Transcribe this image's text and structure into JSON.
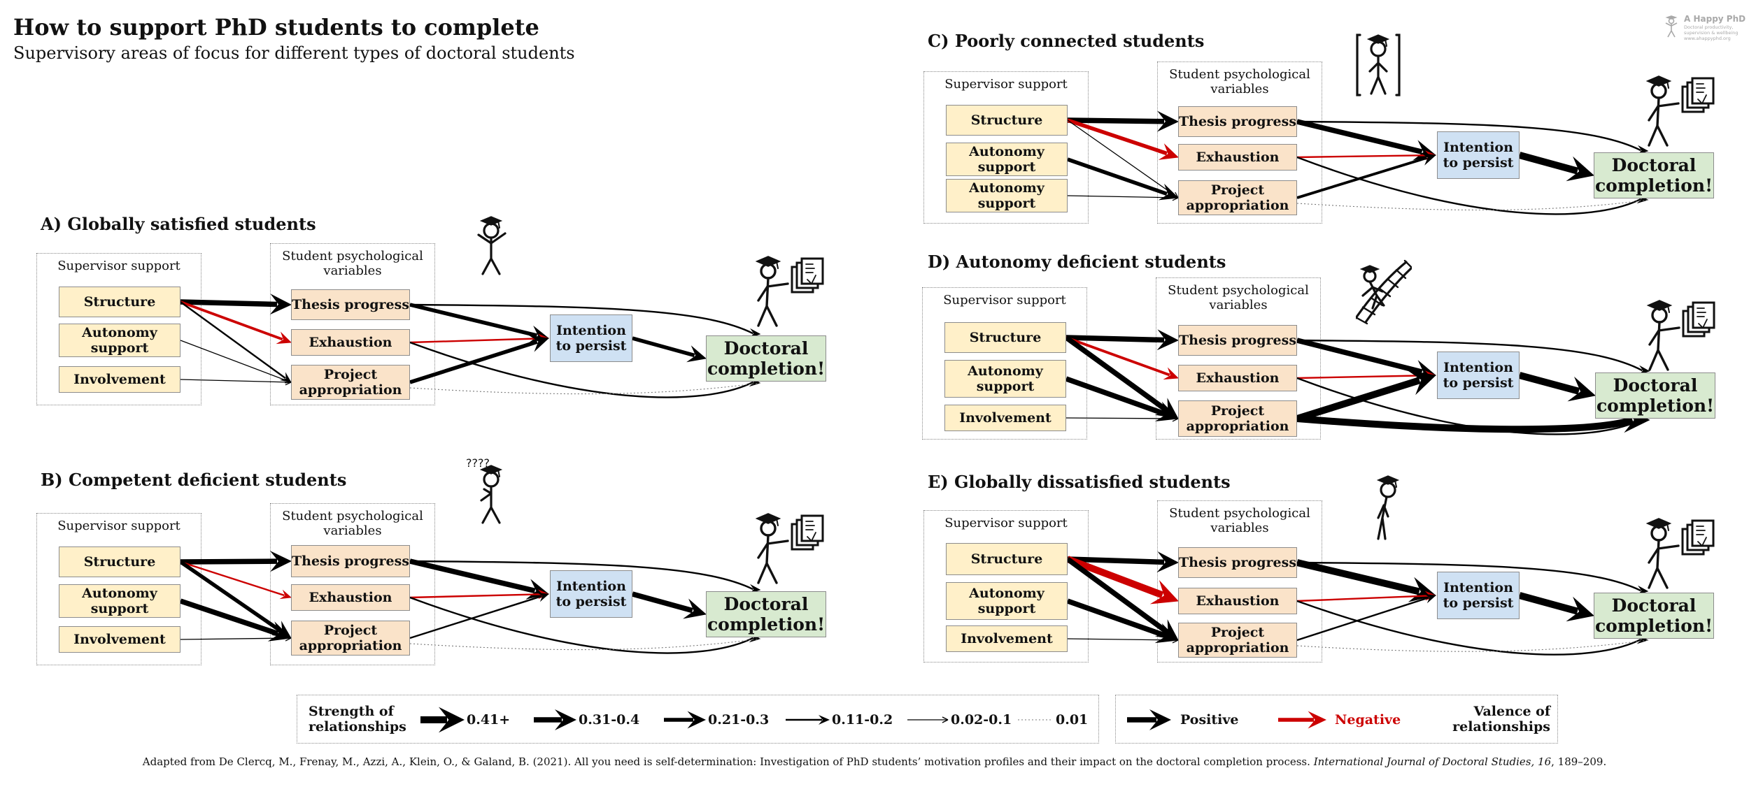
{
  "title": "How to support PhD students to complete",
  "subtitle": "Supervisory areas of focus for different types of doctoral students",
  "logo": {
    "name": "A Happy PhD",
    "tagline": "Doctoral productivity, supervision & wellbeing",
    "url": "www.ahappyphd.org"
  },
  "box_captions": {
    "supervisor": "Supervisor support",
    "psych": "Student psychological variables"
  },
  "nodes": {
    "structure": "Structure",
    "autonomy": "Autonomy support",
    "involvement": "Involvement",
    "thesis": "Thesis progress",
    "exhaustion": "Exhaustion",
    "project": "Project appropriation",
    "intention": "Intention to persist",
    "doctoral": "Doctoral completion!"
  },
  "panels": [
    {
      "id": "A",
      "title": "A) Globally satisfied students",
      "sup3_label": "Involvement",
      "edges": [
        [
          "structure",
          "thesis",
          "pos",
          5
        ],
        [
          "structure",
          "exhaustion",
          "neg",
          3
        ],
        [
          "structure",
          "project",
          "pos",
          2
        ],
        [
          "autonomy",
          "project",
          "pos",
          1
        ],
        [
          "involvement",
          "project",
          "pos",
          1
        ],
        [
          "thesis",
          "intention",
          "pos",
          4
        ],
        [
          "thesis",
          "doctoral",
          "pos",
          2
        ],
        [
          "exhaustion",
          "intention",
          "neg",
          2
        ],
        [
          "exhaustion",
          "doctoral",
          "pos",
          2
        ],
        [
          "project",
          "intention",
          "pos",
          4
        ],
        [
          "project",
          "doctoral",
          "pos",
          0
        ],
        [
          "intention",
          "doctoral",
          "pos",
          4
        ]
      ]
    },
    {
      "id": "B",
      "title": "B) Competent deficient students",
      "sup3_label": "Involvement",
      "edges": [
        [
          "structure",
          "thesis",
          "pos",
          5
        ],
        [
          "structure",
          "exhaustion",
          "neg",
          2
        ],
        [
          "structure",
          "project",
          "pos",
          4
        ],
        [
          "autonomy",
          "project",
          "pos",
          5
        ],
        [
          "involvement",
          "project",
          "pos",
          1
        ],
        [
          "thesis",
          "intention",
          "pos",
          5
        ],
        [
          "thesis",
          "doctoral",
          "pos",
          2
        ],
        [
          "exhaustion",
          "intention",
          "neg",
          2
        ],
        [
          "exhaustion",
          "doctoral",
          "pos",
          2
        ],
        [
          "project",
          "intention",
          "pos",
          2
        ],
        [
          "project",
          "doctoral",
          "pos",
          0
        ],
        [
          "intention",
          "doctoral",
          "pos",
          5
        ]
      ]
    },
    {
      "id": "C",
      "title": "C) Poorly connected students",
      "sup3_label": "Autonomy support",
      "edges": [
        [
          "structure",
          "thesis",
          "pos",
          5
        ],
        [
          "structure",
          "exhaustion",
          "neg",
          4
        ],
        [
          "structure",
          "project",
          "pos",
          1
        ],
        [
          "autonomy",
          "project",
          "pos",
          4
        ],
        [
          "involvement",
          "project",
          "pos",
          1
        ],
        [
          "thesis",
          "intention",
          "pos",
          5
        ],
        [
          "thesis",
          "doctoral",
          "pos",
          2
        ],
        [
          "exhaustion",
          "intention",
          "neg",
          2
        ],
        [
          "exhaustion",
          "doctoral",
          "pos",
          2
        ],
        [
          "project",
          "intention",
          "pos",
          3
        ],
        [
          "project",
          "doctoral",
          "pos",
          0
        ],
        [
          "intention",
          "doctoral",
          "pos",
          6
        ]
      ]
    },
    {
      "id": "D",
      "title": "D) Autonomy deficient students",
      "sup3_label": "Involvement",
      "edges": [
        [
          "structure",
          "thesis",
          "pos",
          5
        ],
        [
          "structure",
          "exhaustion",
          "neg",
          3
        ],
        [
          "structure",
          "project",
          "pos",
          5
        ],
        [
          "autonomy",
          "project",
          "pos",
          5
        ],
        [
          "involvement",
          "project",
          "pos",
          1
        ],
        [
          "thesis",
          "intention",
          "pos",
          5
        ],
        [
          "thesis",
          "doctoral",
          "pos",
          2
        ],
        [
          "exhaustion",
          "intention",
          "neg",
          2
        ],
        [
          "exhaustion",
          "doctoral",
          "pos",
          2
        ],
        [
          "project",
          "intention",
          "pos",
          6
        ],
        [
          "project",
          "doctoral",
          "pos",
          6
        ],
        [
          "intention",
          "doctoral",
          "pos",
          6
        ]
      ]
    },
    {
      "id": "E",
      "title": "E) Globally dissatisfied students",
      "sup3_label": "Involvement",
      "edges": [
        [
          "structure",
          "thesis",
          "pos",
          5
        ],
        [
          "structure",
          "exhaustion",
          "neg",
          6
        ],
        [
          "structure",
          "project",
          "pos",
          5
        ],
        [
          "autonomy",
          "project",
          "pos",
          5
        ],
        [
          "involvement",
          "project",
          "pos",
          1
        ],
        [
          "thesis",
          "intention",
          "pos",
          6
        ],
        [
          "thesis",
          "doctoral",
          "pos",
          2
        ],
        [
          "exhaustion",
          "intention",
          "neg",
          2
        ],
        [
          "exhaustion",
          "doctoral",
          "pos",
          2
        ],
        [
          "project",
          "intention",
          "pos",
          2
        ],
        [
          "project",
          "doctoral",
          "pos",
          0
        ],
        [
          "intention",
          "doctoral",
          "pos",
          6
        ]
      ]
    }
  ],
  "legend": {
    "strength_title": "Strength of relationships",
    "strengths": [
      {
        "label": "0.41+",
        "width": 6
      },
      {
        "label": "0.31-0.4",
        "width": 5
      },
      {
        "label": "0.21-0.3",
        "width": 4
      },
      {
        "label": "0.11-0.2",
        "width": 2
      },
      {
        "label": "0.02-0.1",
        "width": 1
      },
      {
        "label": "0.01",
        "width": 0
      }
    ],
    "positive_label": "Positive",
    "negative_label": "Negative",
    "valence_title": "Valence of relationships"
  },
  "colors": {
    "positive": "#000000",
    "negative": "#cc0000",
    "supervisor_fill": "#fff0c9",
    "psych_fill": "#fae3c9",
    "intention_fill": "#cfe1f3",
    "doctoral_fill": "#d8ead0"
  },
  "citation_plain": "Adapted from De Clercq, M., Frenay, M., Azzi, A., Klein, O., & Galand, B. (2021). All you need is self-determination: Investigation of PhD students’ motivation profiles and their impact on the doctoral completion process.",
  "citation_journal": "International Journal of Doctoral Studies, 16",
  "citation_pages": ", 189–209."
}
